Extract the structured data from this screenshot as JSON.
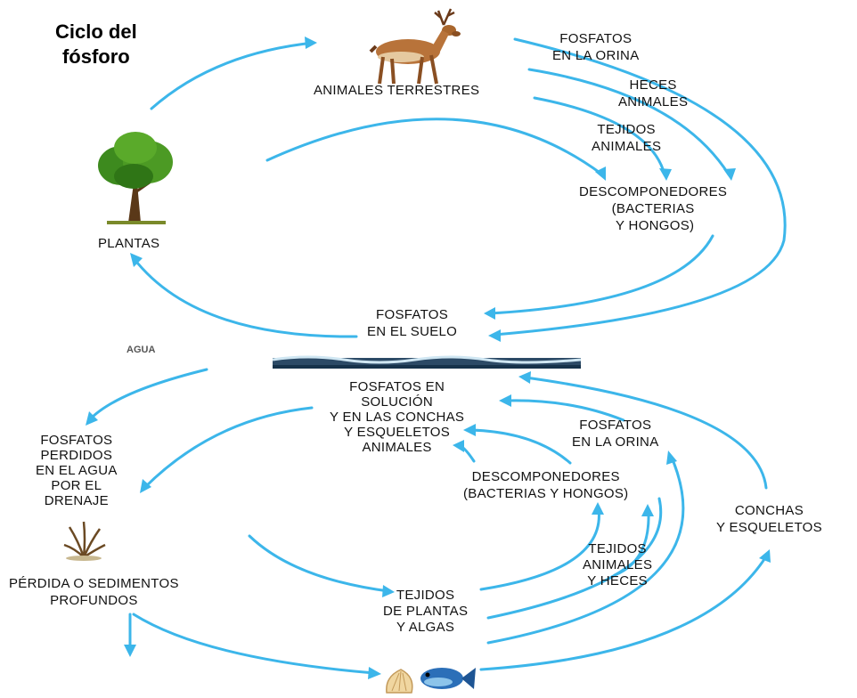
{
  "title": {
    "line1": "Ciclo del",
    "line2": "fósforo"
  },
  "water_label": "AGUA",
  "labels": {
    "animales_terrestres": "ANIMALES TERRESTRES",
    "fosfatos_orina_top": "FOSFATOS\nEN LA ORINA",
    "heces_animales": "HECES\nANIMALES",
    "tejidos_animales": "TEJIDOS\nANIMALES",
    "descomponedores_top": "DESCOMPONEDORES\n(BACTERIAS\n Y HONGOS)",
    "plantas": "PLANTAS",
    "fosfatos_suelo": "FOSFATOS\nEN EL SUELO",
    "fosfatos_solucion": "FOSFATOS EN\nSOLUCIÓN\nY EN LAS CONCHAS\nY ESQUELETOS\nANIMALES",
    "fosfatos_orina_bottom": "FOSFATOS\nEN LA ORINA",
    "fosfatos_perdidos": "FOSFATOS\nPERDIDOS\nEN EL AGUA\nPOR EL\nDRENAJE",
    "descomponedores_bottom": "DESCOMPONEDORES\n(BACTERIAS Y HONGOS)",
    "conchas": "CONCHAS\nY ESQUELETOS",
    "perdida": "PÉRDIDA O SEDIMENTOS\nPROFUNDOS",
    "tejidos_animales_heces": "TEJIDOS\nANIMALES\nY HECES",
    "tejidos_plantas": "TEJIDOS\nDE PLANTAS\nY ALGAS"
  },
  "icons": [
    "deer-icon",
    "tree-icon",
    "water-surface-icon",
    "seaweed-icon",
    "shell-fish-icon"
  ],
  "colors": {
    "arrow": "#3cb6ea",
    "text": "#111111",
    "water": "#2c4a66"
  }
}
